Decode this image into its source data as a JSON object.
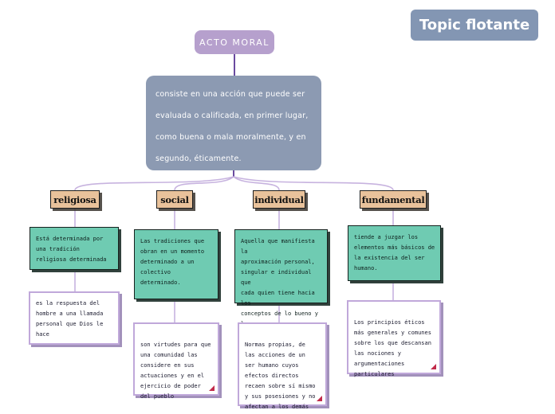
{
  "floating_topic": {
    "label": "Topic flotante"
  },
  "root": {
    "label": "ACTO MORAL"
  },
  "definition": {
    "text": "consiste en una acción que puede ser\nevaluada o calificada, en primer lugar,\ncomo buena o mala moralmente, y en\nsegundo, éticamente."
  },
  "branches": [
    {
      "label": "religiosa",
      "summary": "Está determinada por\nuna tradición\nreligiosa determinada",
      "detail": "es la respuesta del\nhombre a una llamada\npersonal que Dios le\nhace",
      "detail_has_more": false
    },
    {
      "label": "social",
      "summary": "Las tradiciones que\nobran en un momento\ndeterminado a un\ncolectivo\ndeterminado.",
      "detail": "son virtudes para que\nuna comunidad las\nconsidere en sus\nactuaciones y en el\nejercicio de poder\ndel pueblo",
      "detail_has_more": true
    },
    {
      "label": "individual",
      "summary": "Aquella que manifiesta la\naproximación personal,\nsingular e individual que\ncada quien tiene hacia los\nconceptos de lo bueno y lo\nmalo.",
      "detail": "Normas propias, de\nlas acciones de un\nser humano cuyos\nefectos directos\nrecaen sobre sí mismo\ny sus posesiones y no\nafectan a los demás",
      "detail_has_more": true
    },
    {
      "label": "fundamental",
      "summary": "tiende a juzgar los\nelementos más básicos de\nla existencia del ser\nhumano.",
      "detail": "Los principios éticos\nmás generales y comunes\nsobre los que descansan\nlas nociones y\nargumentaciones\nparticulares",
      "detail_has_more": true
    }
  ],
  "colors": {
    "root_fill": "#b6a0cd",
    "floating_fill": "#8396b3",
    "definition_fill": "#8c9ab2",
    "category_fill": "#e9c29b",
    "summary_fill": "#6fcbb2",
    "detail_border": "#c0a8da",
    "connector_dark": "#6a4a9f",
    "connector_light": "#c7b3df",
    "more_indicator": "#c22a4a"
  }
}
